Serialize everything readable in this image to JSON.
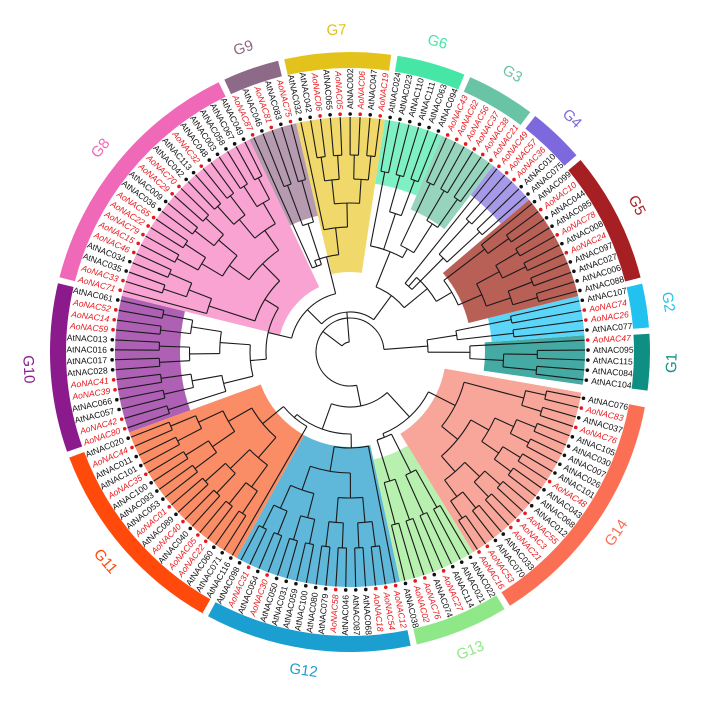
{
  "diagram": {
    "type": "circular-phylogenetic-tree",
    "colors": {
      "ao_label": "#e8181c",
      "at_label": "#111111",
      "branch": "#1a1a1a"
    },
    "groups": [
      {
        "name": "G1",
        "color": "#0f8f84",
        "fill": "#44aaa3"
      },
      {
        "name": "G2",
        "color": "#21c2ef",
        "fill": "#5cd6f8"
      },
      {
        "name": "G5",
        "color": "#a51f23",
        "fill": "#b85f56"
      },
      {
        "name": "G4",
        "color": "#7e68dd",
        "fill": "#a69ae8"
      },
      {
        "name": "G3",
        "color": "#69c4a6",
        "fill": "#97d4bd"
      },
      {
        "name": "G6",
        "color": "#45e6a6",
        "fill": "#7ff0c4"
      },
      {
        "name": "G7",
        "color": "#e4c21c",
        "fill": "#f1d86a"
      },
      {
        "name": "G9",
        "color": "#8c6a88",
        "fill": "#b59ab0"
      },
      {
        "name": "G8",
        "color": "#f069b8",
        "fill": "#f9a3d3"
      },
      {
        "name": "G10",
        "color": "#8b1a8c",
        "fill": "#ad60b4"
      },
      {
        "name": "G11",
        "color": "#ff4a0c",
        "fill": "#fa8c66"
      },
      {
        "name": "G12",
        "color": "#1a9fd0",
        "fill": "#5fb7d9"
      },
      {
        "name": "G13",
        "color": "#8fe888",
        "fill": "#b8f0b0"
      },
      {
        "name": "G14",
        "color": "#fb7055",
        "fill": "#f9a69a"
      }
    ],
    "leaves": [
      {
        "g": 0,
        "l": "AtNAC104"
      },
      {
        "g": 0,
        "l": "AtNAC084"
      },
      {
        "g": 0,
        "l": "AtNAC115"
      },
      {
        "g": 0,
        "l": "AtNAC095"
      },
      {
        "g": 0,
        "l": "AoNAC47"
      },
      {
        "g": 1,
        "l": "AtNAC077"
      },
      {
        "g": 1,
        "l": "AoNAC26"
      },
      {
        "g": 1,
        "l": "AoNAC74"
      },
      {
        "g": 1,
        "l": "AtNAC107"
      },
      {
        "g": 2,
        "l": "AtNAC088"
      },
      {
        "g": 2,
        "l": "AtNAC006"
      },
      {
        "g": 2,
        "l": "AtNAC027"
      },
      {
        "g": 2,
        "l": "AtNAC097"
      },
      {
        "g": 2,
        "l": "AoNAC24"
      },
      {
        "g": 2,
        "l": "AtNAC008"
      },
      {
        "g": 2,
        "l": "AoNAC78"
      },
      {
        "g": 2,
        "l": "AtNAC085"
      },
      {
        "g": 2,
        "l": "AtNAC044"
      },
      {
        "g": 2,
        "l": "AoNAC10"
      },
      {
        "g": 2,
        "l": "AtNAC099"
      },
      {
        "g": 3,
        "l": "AtNAC075"
      },
      {
        "g": 3,
        "l": "AtNAC010"
      },
      {
        "g": 3,
        "l": "AoNAC36"
      },
      {
        "g": 3,
        "l": "AoNAC57"
      },
      {
        "g": 3,
        "l": "AoNAC49"
      },
      {
        "g": 4,
        "l": "AoNAC21"
      },
      {
        "g": 4,
        "l": "AoNAC38"
      },
      {
        "g": 4,
        "l": "AoNAC37"
      },
      {
        "g": 4,
        "l": "AoNAC56"
      },
      {
        "g": 4,
        "l": "AoNAC62"
      },
      {
        "g": 4,
        "l": "AoNAC43"
      },
      {
        "g": 5,
        "l": "AtNAC094"
      },
      {
        "g": 5,
        "l": "AtNAC063"
      },
      {
        "g": 5,
        "l": "AtNAC111"
      },
      {
        "g": 5,
        "l": "AtNAC110"
      },
      {
        "g": 5,
        "l": "AtNAC023"
      },
      {
        "g": 5,
        "l": "AtNAC024"
      },
      {
        "g": 6,
        "l": "AoNAC19"
      },
      {
        "g": 6,
        "l": "AtNAC047"
      },
      {
        "g": 6,
        "l": "AoNAC06"
      },
      {
        "g": 6,
        "l": "AtNAC002"
      },
      {
        "g": 6,
        "l": "AoNAC05"
      },
      {
        "g": 6,
        "l": "AtNAC065"
      },
      {
        "g": 6,
        "l": "AoNAC06"
      },
      {
        "g": 6,
        "l": "AtNAC042"
      },
      {
        "g": 6,
        "l": "AtNAC032"
      },
      {
        "g": 7,
        "l": "AoNAC75"
      },
      {
        "g": 7,
        "l": "AtNAC083"
      },
      {
        "g": 7,
        "l": "AoNAC81"
      },
      {
        "g": 7,
        "l": "AtNAC046"
      },
      {
        "g": 7,
        "l": "AoNAC87"
      },
      {
        "g": 8,
        "l": "AtNAC049"
      },
      {
        "g": 8,
        "l": "AtNAC067"
      },
      {
        "g": 8,
        "l": "AtNAC058"
      },
      {
        "g": 8,
        "l": "AtNAC003"
      },
      {
        "g": 8,
        "l": "AtNAC048"
      },
      {
        "g": 8,
        "l": "AoNAC32"
      },
      {
        "g": 8,
        "l": "AtNAC113"
      },
      {
        "g": 8,
        "l": "AtNAC042"
      },
      {
        "g": 8,
        "l": "AoNAC70"
      },
      {
        "g": 8,
        "l": "AoNAC29"
      },
      {
        "g": 8,
        "l": "AtNAC009"
      },
      {
        "g": 8,
        "l": "AtNAC036"
      },
      {
        "g": 8,
        "l": "AoNAC65"
      },
      {
        "g": 8,
        "l": "AoNAC22"
      },
      {
        "g": 8,
        "l": "AoNAC79"
      },
      {
        "g": 8,
        "l": "AoNAC15"
      },
      {
        "g": 8,
        "l": "AoNAC46"
      },
      {
        "g": 8,
        "l": "AtNAC034"
      },
      {
        "g": 8,
        "l": "AtNAC035"
      },
      {
        "g": 8,
        "l": "AoNAC33"
      },
      {
        "g": 8,
        "l": "AoNAC71"
      },
      {
        "g": 9,
        "l": "AtNAC061"
      },
      {
        "g": 9,
        "l": "AoNAC52"
      },
      {
        "g": 9,
        "l": "AoNAC14"
      },
      {
        "g": 9,
        "l": "AoNAC59"
      },
      {
        "g": 9,
        "l": "AtNAC013"
      },
      {
        "g": 9,
        "l": "AtNAC016"
      },
      {
        "g": 9,
        "l": "AtNAC017"
      },
      {
        "g": 9,
        "l": "AtNAC028"
      },
      {
        "g": 9,
        "l": "AoNAC41"
      },
      {
        "g": 9,
        "l": "AoNAC39"
      },
      {
        "g": 9,
        "l": "AtNAC066"
      },
      {
        "g": 9,
        "l": "AtNAC057"
      },
      {
        "g": 9,
        "l": "AoNAC42"
      },
      {
        "g": 9,
        "l": "AoNAC80"
      },
      {
        "g": 10,
        "l": "AtNAC020"
      },
      {
        "g": 10,
        "l": "AoNAC44"
      },
      {
        "g": 10,
        "l": "AtNAC011"
      },
      {
        "g": 10,
        "l": "AtNAC101"
      },
      {
        "g": 10,
        "l": "AoNAC35"
      },
      {
        "g": 10,
        "l": "AtNAC100"
      },
      {
        "g": 10,
        "l": "AtNAC093"
      },
      {
        "g": 10,
        "l": "AtNAC053"
      },
      {
        "g": 10,
        "l": "AoNAC01"
      },
      {
        "g": 10,
        "l": "AtNAC089"
      },
      {
        "g": 10,
        "l": "AoNAC40"
      },
      {
        "g": 10,
        "l": "AtNAC040"
      },
      {
        "g": 10,
        "l": "AoNAC05"
      },
      {
        "g": 10,
        "l": "AoNAC22"
      },
      {
        "g": 10,
        "l": "AtNAC060"
      },
      {
        "g": 10,
        "l": "AtNAC071"
      },
      {
        "g": 10,
        "l": "AtNAC116"
      },
      {
        "g": 11,
        "l": "AtNAC098"
      },
      {
        "g": 11,
        "l": "AoNAC31"
      },
      {
        "g": 11,
        "l": "AtNAC054"
      },
      {
        "g": 11,
        "l": "AoNAC30"
      },
      {
        "g": 11,
        "l": "AtNAC050"
      },
      {
        "g": 11,
        "l": "AtNAC031"
      },
      {
        "g": 11,
        "l": "AtNAC059"
      },
      {
        "g": 11,
        "l": "AtNAC100"
      },
      {
        "g": 11,
        "l": "AtNAC080"
      },
      {
        "g": 11,
        "l": "AtNAC079"
      },
      {
        "g": 11,
        "l": "AoNAC58"
      },
      {
        "g": 11,
        "l": "AtNAC046"
      },
      {
        "g": 11,
        "l": "AtNAC087"
      },
      {
        "g": 11,
        "l": "AtNAC068"
      },
      {
        "g": 11,
        "l": "AoNAC18"
      },
      {
        "g": 11,
        "l": "AoNAC54"
      },
      {
        "g": 11,
        "l": "AoNAC12"
      },
      {
        "g": 12,
        "l": "AtNAC038"
      },
      {
        "g": 12,
        "l": "AoNAC02"
      },
      {
        "g": 12,
        "l": "AoNAC76"
      },
      {
        "g": 12,
        "l": "AtNAC074"
      },
      {
        "g": 12,
        "l": "AoNAC27"
      },
      {
        "g": 12,
        "l": "AtNAC114"
      },
      {
        "g": 12,
        "l": "AtNAC021"
      },
      {
        "g": 12,
        "l": "AtNAC022"
      },
      {
        "g": 13,
        "l": "AoNAC16"
      },
      {
        "g": 13,
        "l": "AoNAC53"
      },
      {
        "g": 13,
        "l": "AtNAC070"
      },
      {
        "g": 13,
        "l": "AtNAC033"
      },
      {
        "g": 13,
        "l": "AoNAC21"
      },
      {
        "g": 13,
        "l": "AoNAC3"
      },
      {
        "g": 13,
        "l": "AoNAC55"
      },
      {
        "g": 13,
        "l": "AtNAC012"
      },
      {
        "g": 13,
        "l": "AtNAC068"
      },
      {
        "g": 13,
        "l": "AtNAC043"
      },
      {
        "g": 13,
        "l": "AoNAC48"
      },
      {
        "g": 13,
        "l": "AtNAC101"
      },
      {
        "g": 13,
        "l": "AtNAC026"
      },
      {
        "g": 13,
        "l": "AtNAC007"
      },
      {
        "g": 13,
        "l": "AtNAC030"
      },
      {
        "g": 13,
        "l": "AtNAC105"
      },
      {
        "g": 13,
        "l": "AoNAC76"
      },
      {
        "g": 13,
        "l": "AtNAC037"
      },
      {
        "g": 13,
        "l": "AoNAC83"
      },
      {
        "g": 13,
        "l": "AtNAC076"
      }
    ]
  }
}
